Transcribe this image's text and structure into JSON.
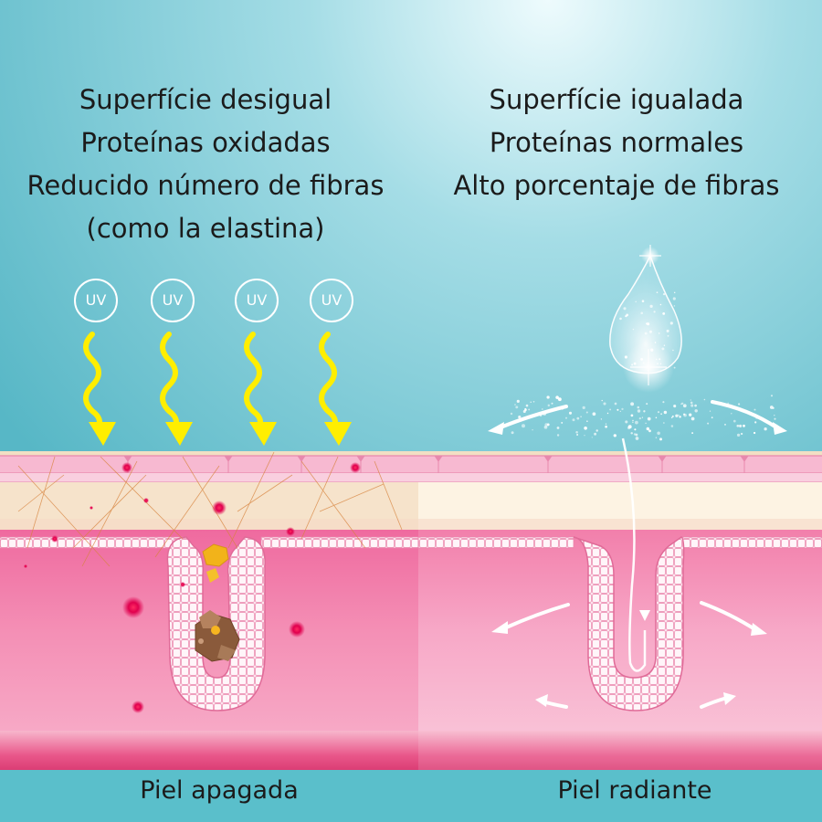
{
  "left_panel": {
    "lines": [
      "Superfície desigual",
      "Proteínas oxidadas",
      "Reducido número de fibras",
      "(como la elastina)"
    ],
    "footer_label": "Piel apagada",
    "uv_labels": [
      "UV",
      "UV",
      "UV",
      "UV"
    ]
  },
  "right_panel": {
    "lines": [
      "Superfície igualada",
      "Proteínas normales",
      "Alto porcentaje de fibras"
    ],
    "footer_label": "Piel radiante"
  },
  "colors": {
    "sky_top": "#cfeef2",
    "sky_bottom": "#5cbcca",
    "uv_arrow": "#ffee00",
    "skin_pink": "#f06ea0",
    "footer_bar": "#5abfcb",
    "damage_red": "#e0004e"
  }
}
